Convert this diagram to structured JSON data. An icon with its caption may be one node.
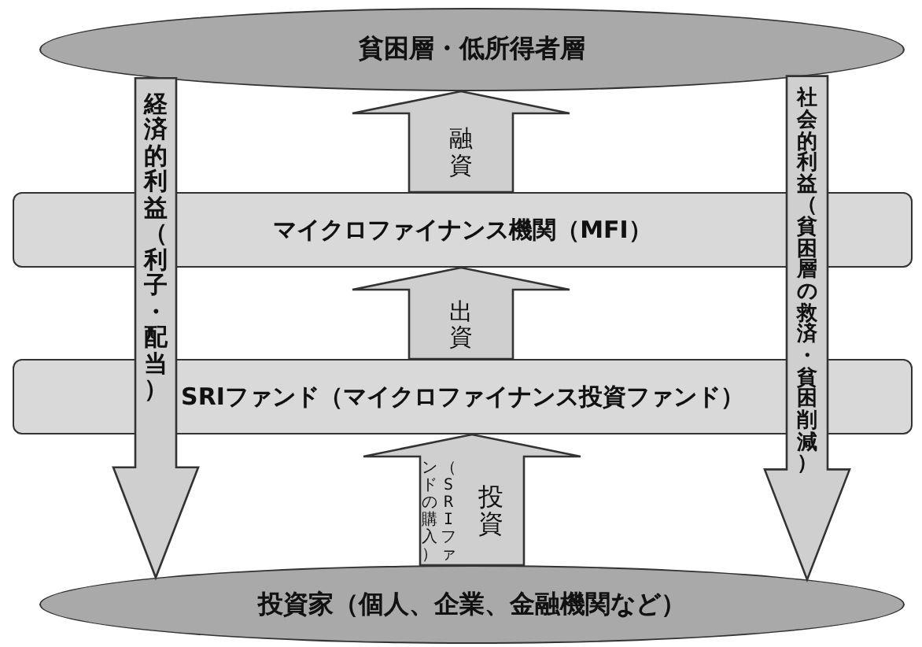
{
  "diagram": {
    "nodes": [
      {
        "text": [
          "貧困層・低所得者層"
        ]
      },
      {
        "text": [
          "マイクロファイナンス機関（MFI）"
        ]
      },
      {
        "text": [
          "SRIファンド（マイクロファイナンス投資ファンド）"
        ]
      },
      {
        "text": [
          "投資家（個人、企業、金融機関など）"
        ]
      }
    ],
    "edges": [
      {
        "from": 1,
        "to": 0,
        "arrow": "to",
        "label": "融資"
      },
      {
        "from": 2,
        "to": 1,
        "arrow": "to",
        "label": "出資"
      },
      {
        "from": 3,
        "to": 2,
        "arrow": "to",
        "label": "投資"
      },
      {
        "from": 0,
        "to": 3,
        "arrow": "to",
        "label": "経済的利益（利子・配当）"
      },
      {
        "from": 0,
        "to": 3,
        "arrow": "to",
        "label": "社会的利益（貧困層の救済・貧困削減）"
      }
    ],
    "labels": [
      "（SRIファンドの購入）"
    ]
  }
}
